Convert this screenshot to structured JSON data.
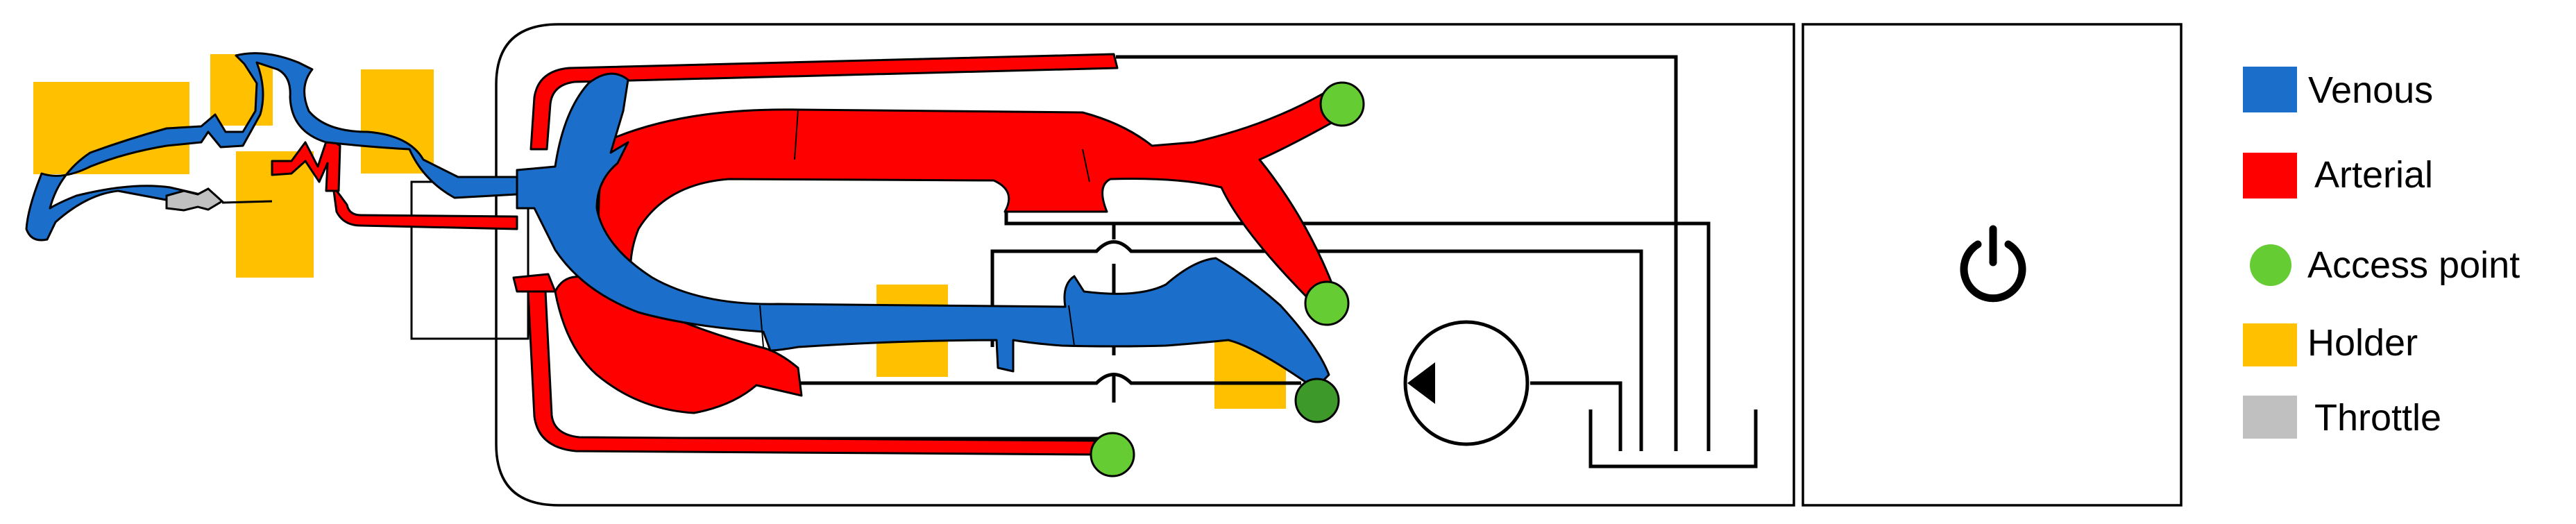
{
  "colors": {
    "venous": "#1b6ec9",
    "arterial": "#ff0000",
    "access": "#66cc33",
    "access_dark": "#3d9a2a",
    "holder": "#ffc000",
    "throttle": "#c0c0c0",
    "outline": "#000000"
  },
  "device": {
    "power_icon": "power-icon",
    "pump_icon": "pump-symbol-icon"
  },
  "legend": {
    "items": [
      {
        "label": "Venous",
        "swatch": "square",
        "color": "#1b6ec9"
      },
      {
        "label": "Arterial",
        "swatch": "square",
        "color": "#ff0000"
      },
      {
        "label": "Access point",
        "swatch": "circle",
        "color": "#66cc33"
      },
      {
        "label": "Holder",
        "swatch": "square",
        "color": "#ffc000"
      },
      {
        "label": "Throttle",
        "swatch": "square",
        "color": "#c0c0c0"
      }
    ]
  }
}
